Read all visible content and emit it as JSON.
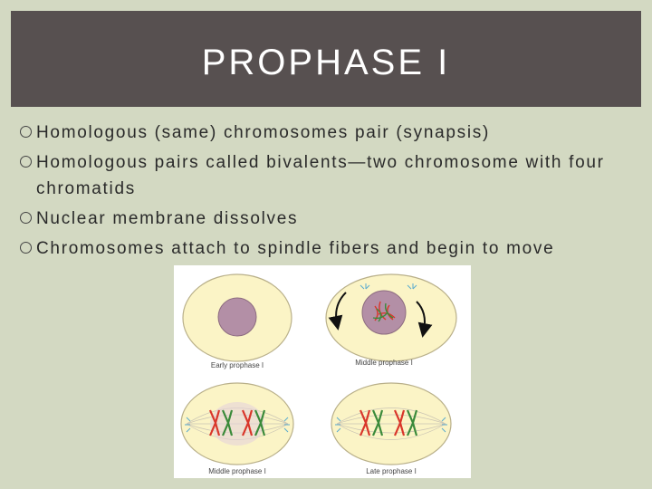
{
  "slide": {
    "title": "PROPHASE I",
    "bullets": [
      "Homologous (same) chromosomes pair (synapsis)",
      "Homologous pairs called bivalents—two chromosome with four chromatids",
      "Nuclear membrane dissolves",
      "Chromosomes attach to spindle fibers and begin to move"
    ]
  },
  "diagram": {
    "captions": [
      "Early prophase I",
      "Middle prophase I",
      "Middle prophase I",
      "Late prophase I"
    ]
  },
  "colors": {
    "background": "#d3d9c2",
    "title_bar": "#575050",
    "cell_fill": "#fbf4c6",
    "nucleus": "#b38fa6",
    "chromosome_red": "#d9362a",
    "chromosome_green": "#3a8a3a"
  }
}
